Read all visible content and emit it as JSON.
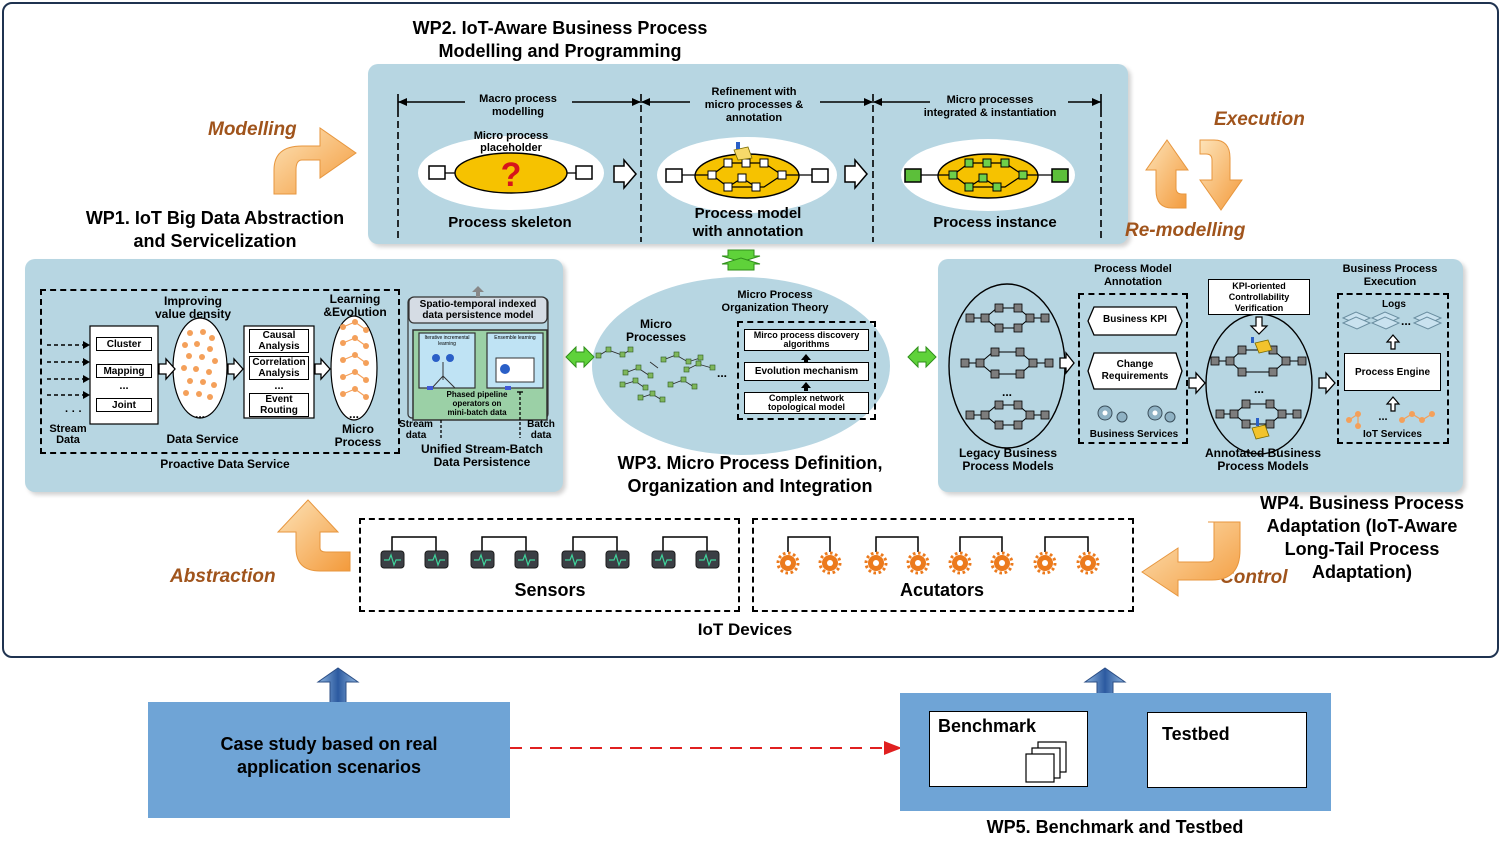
{
  "wp2": {
    "title_line1": "WP2. IoT-Aware Business Process",
    "title_line2": "Modelling and Programming",
    "stage1_line1": "Macro process",
    "stage1_line2": "modelling",
    "stage2_line1": "Refinement with",
    "stage2_line2": "micro processes &",
    "stage2_line3": "annotation",
    "stage3_line1": "Micro processes",
    "stage3_line2": "integrated & instantiation",
    "placeholder_line1": "Micro process",
    "placeholder_line2": "placeholder",
    "skeleton": "Process skeleton",
    "model_line1": "Process model",
    "model_line2": "with annotation",
    "instance": "Process instance"
  },
  "flows": {
    "modelling": "Modelling",
    "execution": "Execution",
    "remodelling": "Re-modelling",
    "abstraction": "Abstraction",
    "control": "Control"
  },
  "wp1": {
    "title_line1": "WP1. IoT Big Data Abstraction",
    "title_line2": "and Servicelization",
    "improving_line1": "Improving",
    "improving_line2": "value density",
    "learning_line1": "Learning",
    "learning_line2": "&Evolution",
    "ops": [
      "Cluster",
      "Mapping",
      "...",
      "Joint"
    ],
    "analysis": [
      "Causal Analysis",
      "Correlation Analysis",
      "...",
      "Event Routing"
    ],
    "stream_line1": "Stream",
    "stream_line2": "Data",
    "data_service": "Data Service",
    "micro_line1": "Micro",
    "micro_line2": "Process",
    "proactive": "Proactive Data Service",
    "spatio_line1": "Spatio-temporal indexed",
    "spatio_line2": "data persistence model",
    "iterative": "Iterative incremental learning",
    "ensemble": "Ensemble learning",
    "phased_line1": "Phased pipeline",
    "phased_line2": "operators on",
    "phased_line3": "mini-batch data",
    "stream2_line1": "Stream",
    "stream2_line2": "data",
    "batch_line1": "Batch",
    "batch_line2": "data",
    "unified_line1": "Unified Stream-Batch",
    "unified_line2": "Data Persistence"
  },
  "wp3": {
    "theory_line1": "Micro Process",
    "theory_line2": "Organization Theory",
    "micro_line1": "Micro",
    "micro_line2": "Processes",
    "boxes": [
      "Mirco process discovery algorithms",
      "Evolution  mechanism",
      "Complex network topological model"
    ],
    "ellipsis": "...",
    "title_line1": "WP3. Micro Process Definition,",
    "title_line2": "Organization and Integration"
  },
  "wp4": {
    "annotation_line1": "Process Model",
    "annotation_line2": "Annotation",
    "kpi": "Business KPI",
    "change_line1": "Change",
    "change_line2": "Requirements",
    "business_services": "Business Services",
    "verification_line1": "KPI-oriented",
    "verification_line2": "Controllability",
    "verification_line3": "Verification",
    "execution_line1": "Business Process",
    "execution_line2": "Execution",
    "logs": "Logs",
    "engine": "Process Engine",
    "iot_services": "IoT Services",
    "legacy_line1": "Legacy Business",
    "legacy_line2": "Process Models",
    "annotated_line1": "Annotated Business",
    "annotated_line2": "Process Models",
    "title_line1": "WP4. Business Process",
    "title_line2": "Adaptation (IoT-Aware",
    "title_line3": "Long-Tail Process",
    "title_line4": "Adaptation)"
  },
  "devices": {
    "sensors": "Sensors",
    "actuators": "Acutators",
    "iot_devices": "IoT Devices"
  },
  "wp5": {
    "case_line1": "Case study based on real",
    "case_line2": "application scenarios",
    "benchmark": "Benchmark",
    "testbed": "Testbed",
    "title": "WP5. Benchmark and Testbed"
  },
  "colors": {
    "panel": "#b7d6e2",
    "brown_label": "#a0541c",
    "orange_arrow": "#f5b061",
    "node_orange": "#f4a05a",
    "wp5_blue": "#6fa4d6",
    "green_arrow": "#5fd23a"
  }
}
